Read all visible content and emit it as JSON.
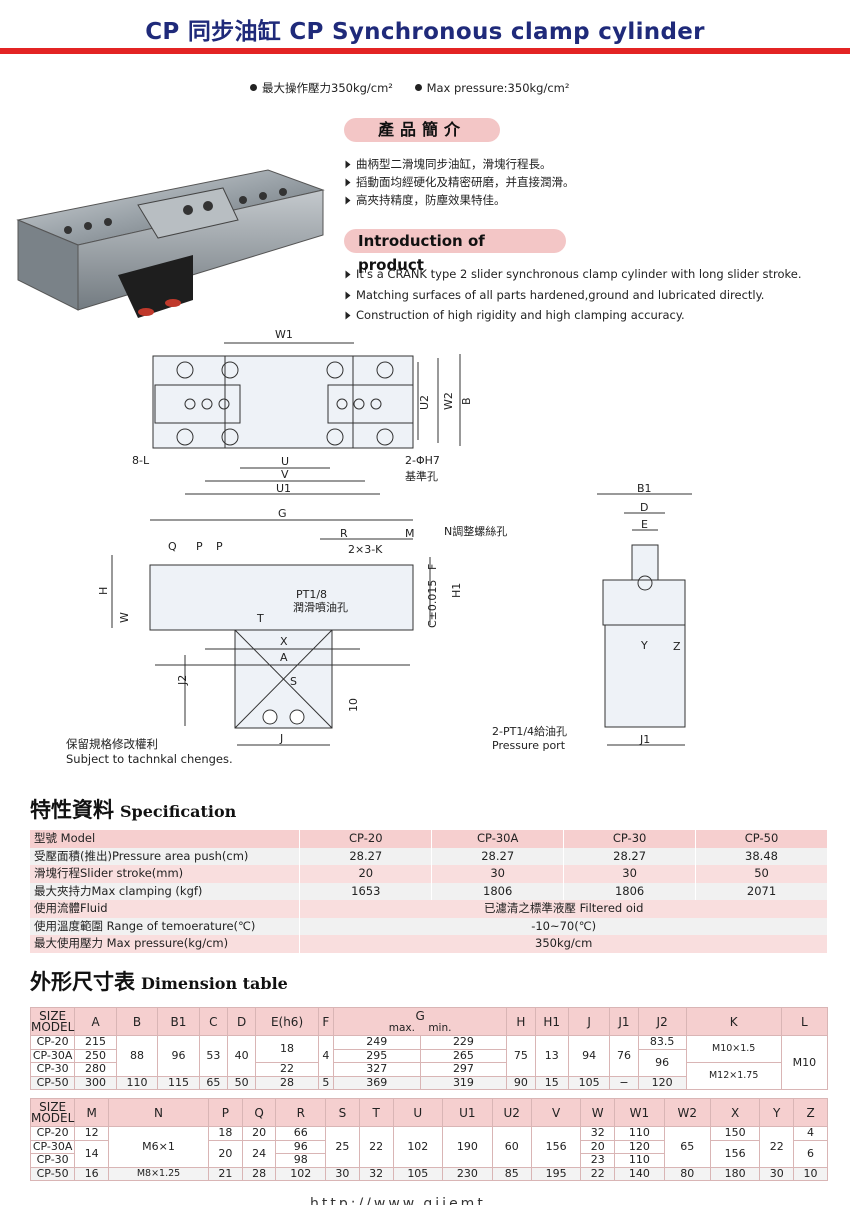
{
  "title": "CP 同步油缸 CP Synchronous clamp cylinder",
  "pressure": {
    "cn": "最大操作壓力350kg/cm²",
    "en": "Max pressure:350kg/cm²"
  },
  "intro_cn_heading": "產品簡介",
  "intro_cn": [
    "曲柄型二滑塊同步油缸，滑塊行程長。",
    "搯動面均經硬化及精密研磨，并直接潤滑。",
    "高夾持精度，防塵效果特佳。"
  ],
  "intro_en_heading": "Introduction of product",
  "intro_en": [
    "It's  a CRANK  type 2 slider synchronous clamp cylinder with long slider stroke.",
    "Matching surfaces of all parts hardened,ground and lubricated directly.",
    "Construction of high rigidity and high clamping accuracy."
  ],
  "drawing_labels": {
    "w1": "W1",
    "u2": "U2",
    "w2": "W2",
    "b": "B",
    "l8": "8-L",
    "u": "U",
    "v": "V",
    "u1": "U1",
    "h7": "2-ΦH7",
    "ref_hole": "基準孔",
    "g": "G",
    "r": "R",
    "m": "M",
    "n": "N調整螺絲孔",
    "q": "Q",
    "p1": "P",
    "p2": "P",
    "k": "2×3-K",
    "h": "H",
    "w": "W",
    "pt": "PT1/8",
    "lube": "潤滑噴油孔",
    "c": "C±0.015",
    "f": "F",
    "h1": "H1",
    "t": "T",
    "x": "X",
    "a": "A",
    "j2": "J2",
    "s": "S",
    "ten": "10",
    "j": "J",
    "b1": "B1",
    "d": "D",
    "e": "E",
    "y": "Y",
    "z": "Z",
    "j1": "J1",
    "port_cn": "2-PT1/4給油孔",
    "port_en": "Pressure port"
  },
  "note": {
    "cn": "保留規格修改權利",
    "en": "Subject to tachnkal chenges."
  },
  "spec_title": {
    "cn": "特性資料",
    "en": "Specification"
  },
  "spec": [
    [
      "型號 Model",
      "CP-20",
      "CP-30A",
      "CP-30",
      "CP-50"
    ],
    [
      "受壓面積(推出)Pressure area push(cm)",
      "28.27",
      "28.27",
      "28.27",
      "38.48"
    ],
    [
      "滑塊行程Slider stroke(mm)",
      "20",
      "30",
      "30",
      "50"
    ],
    [
      "最大夾持力Max  clamping (kgf)",
      "1653",
      "1806",
      "1806",
      "2071"
    ],
    [
      "使用流體Fluid",
      "已濾清之標準液壓 Filtered oid"
    ],
    [
      "使用溫度範圍 Range of temoerature(℃)",
      "-10~70(℃)"
    ],
    [
      "最大使用壓力 Max pressure(kg/cm)",
      "350kg/cm"
    ]
  ],
  "dim_title": {
    "cn": "外形尺寸表",
    "en": "Dimension table"
  },
  "dim1": {
    "size": "SIZE",
    "model": "MODEL",
    "cols": [
      "A",
      "B",
      "B1",
      "C",
      "D",
      "E(h6)",
      "F",
      "G",
      "H",
      "H1",
      "J",
      "J1",
      "J2",
      "K",
      "L"
    ],
    "g_max": "max.",
    "g_min": "min.",
    "models": [
      "CP-20",
      "CP-30A",
      "CP-30",
      "CP-50"
    ],
    "A": [
      "215",
      "250",
      "280",
      "300"
    ],
    "B": [
      "88",
      "110"
    ],
    "B1": [
      "96",
      "115"
    ],
    "C": [
      "53",
      "65"
    ],
    "D": [
      "40",
      "50"
    ],
    "E": [
      "18",
      "22",
      "28"
    ],
    "F": [
      "4",
      "5"
    ],
    "Gmax": [
      "249",
      "295",
      "327",
      "369"
    ],
    "Gmin": [
      "229",
      "265",
      "297",
      "319"
    ],
    "H": [
      "75",
      "90"
    ],
    "H1": [
      "13",
      "15"
    ],
    "J": [
      "94",
      "105"
    ],
    "J1": [
      "76",
      "−"
    ],
    "J2": [
      "83.5",
      "96",
      "120"
    ],
    "K": [
      "M10×1.5",
      "M12×1.75"
    ],
    "L": [
      "M10"
    ]
  },
  "dim2": {
    "cols": [
      "M",
      "N",
      "P",
      "Q",
      "R",
      "S",
      "T",
      "U",
      "U1",
      "U2",
      "V",
      "W",
      "W1",
      "W2",
      "X",
      "Y",
      "Z"
    ],
    "M": [
      "12",
      "14",
      "16"
    ],
    "N": [
      "M6×1",
      "M8×1.25"
    ],
    "P": [
      "18",
      "20",
      "21"
    ],
    "Q": [
      "20",
      "24",
      "28"
    ],
    "R": [
      "66",
      "96",
      "98",
      "102"
    ],
    "S": [
      "25",
      "30"
    ],
    "T": [
      "22",
      "32"
    ],
    "U": [
      "102",
      "105"
    ],
    "U1": [
      "190",
      "230"
    ],
    "U2": [
      "60",
      "85"
    ],
    "V": [
      "156",
      "195"
    ],
    "W": [
      "32",
      "20",
      "23",
      "22"
    ],
    "W1": [
      "110",
      "120",
      "110",
      "140"
    ],
    "W2": [
      "65",
      "80"
    ],
    "X": [
      "150",
      "156",
      "180"
    ],
    "Y": [
      "22",
      "30"
    ],
    "Z": [
      "4",
      "6",
      "10"
    ]
  },
  "bottom_url": "http://www.gjiemt"
}
